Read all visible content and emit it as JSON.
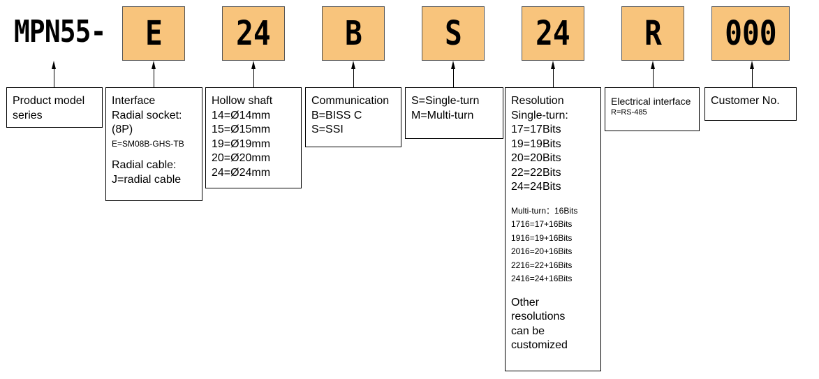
{
  "prefix": "MPN55-",
  "codes": [
    "E",
    "24",
    "B",
    "S",
    "24",
    "R",
    "000"
  ],
  "boxes": {
    "product": [
      "Product model",
      "series"
    ],
    "interface": {
      "title": "Interface",
      "radial_socket": "Radial socket:",
      "pins": "(8P)",
      "socket_code": "E=SM08B-GHS-TB",
      "radial_cable": "Radial cable:",
      "cable_code": "J=radial cable"
    },
    "hollow_shaft": [
      "Hollow shaft",
      "14=Ø14mm",
      "15=Ø15mm",
      "19=Ø19mm",
      "20=Ø20mm",
      "24=Ø24mm"
    ],
    "communication": [
      "Communication",
      "B=BISS C",
      "S=SSI"
    ],
    "turn": [
      "S=Single-turn",
      "M=Multi-turn"
    ],
    "resolution": {
      "title": "Resolution",
      "single_turn_label": "Single-turn:",
      "single_turn": [
        "17=17Bits",
        "19=19Bits",
        "20=20Bits",
        "22=22Bits",
        "24=24Bits"
      ],
      "multi_turn_label": "Multi-turn：16Bits",
      "multi_turn": [
        "1716=17+16Bits",
        "1916=19+16Bits",
        "2016=20+16Bits",
        "2216=22+16Bits",
        "2416=24+16Bits"
      ],
      "other": [
        "Other",
        "resolutions",
        "can be",
        "customized"
      ]
    },
    "electrical": {
      "title": "Electrical interface",
      "code": "R=RS-485"
    },
    "customer": "Customer No."
  }
}
